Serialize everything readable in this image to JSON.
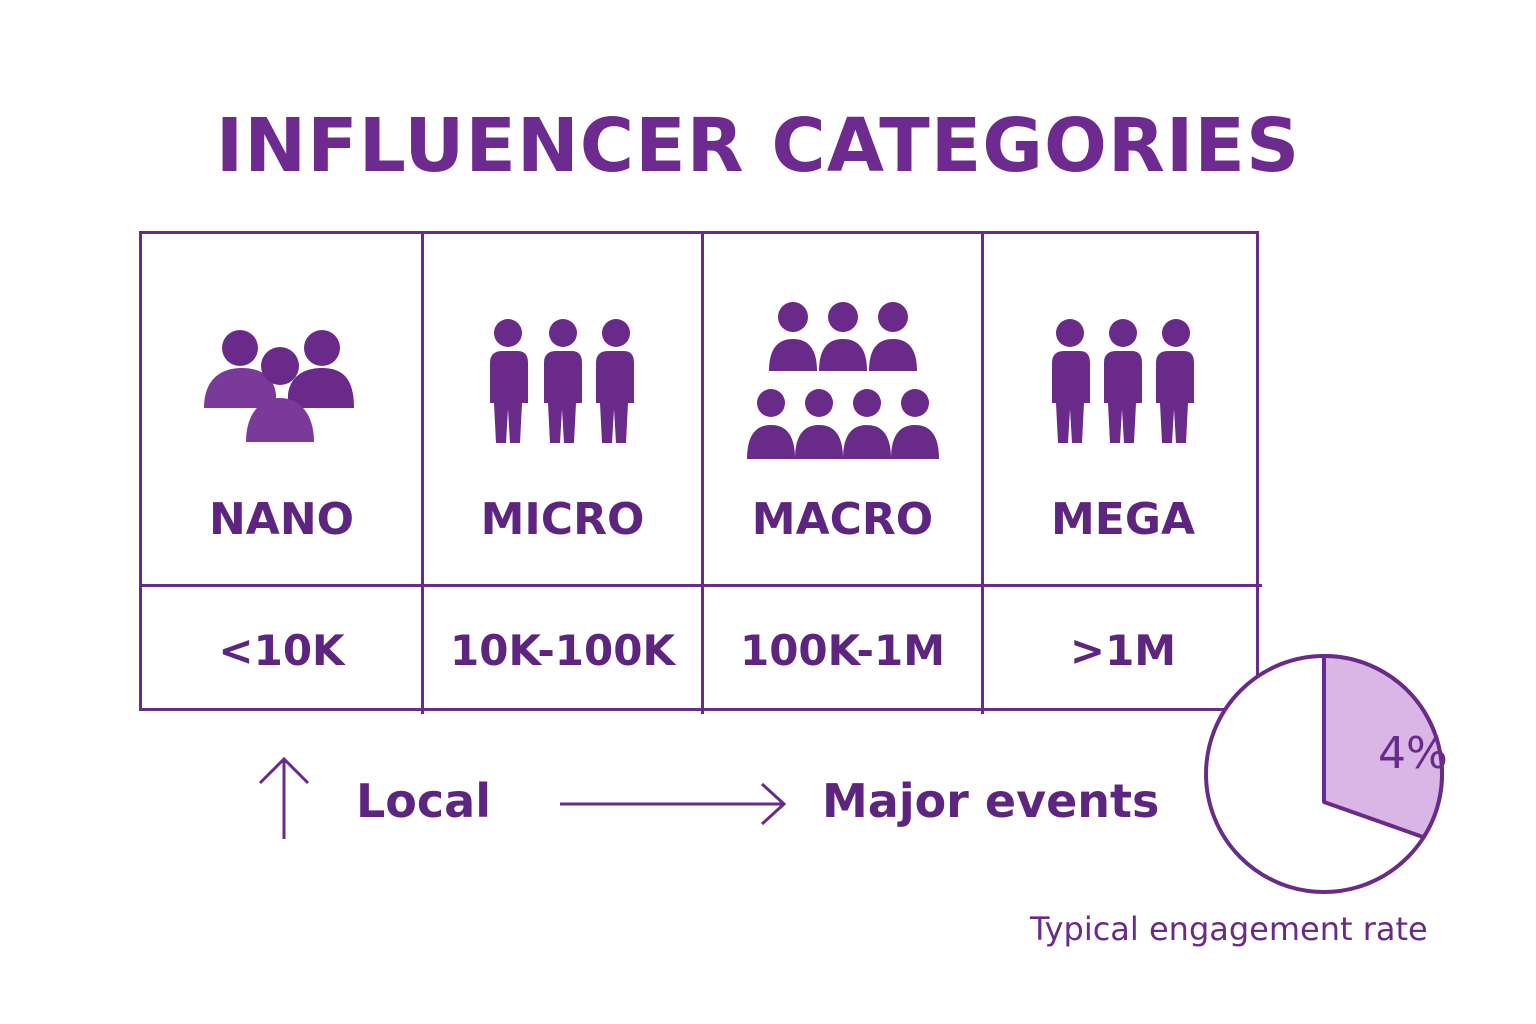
{
  "title": "INFLUENCER CATEGORIES",
  "categories": [
    {
      "name": "NANO",
      "range": "<10K",
      "icon": "group-of-three-icon"
    },
    {
      "name": "MICRO",
      "range": "10K-100K",
      "icon": "three-standing-people-icon"
    },
    {
      "name": "MACRO",
      "range": "100K-1M",
      "icon": "crowd-icon"
    },
    {
      "name": "MEGA",
      "range": ">1M",
      "icon": "three-standing-people-icon"
    }
  ],
  "scale": {
    "start_label": "Local",
    "end_label": "Major events"
  },
  "engagement": {
    "value": 4,
    "label": "4%",
    "caption": "Typical engagement rate"
  },
  "colors": {
    "primary": "#6a2a8a",
    "pie_fill": "#d9b6e6"
  }
}
